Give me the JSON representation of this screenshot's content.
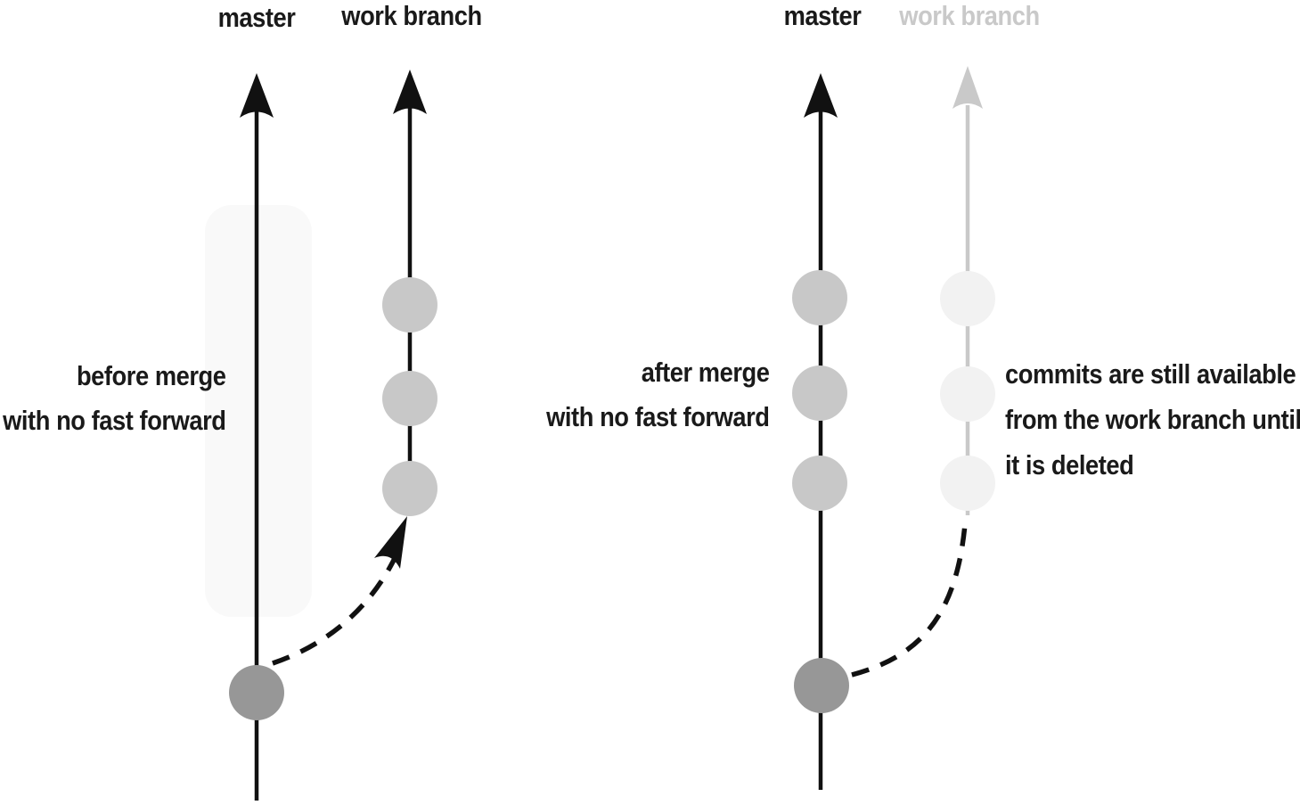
{
  "left_panel": {
    "label_master": "master",
    "label_work_branch": "work branch",
    "caption_line1": "before merge",
    "caption_line2": "with no fast forward",
    "work_branch_commit_count": 3,
    "master_commit_count": 1
  },
  "right_panel": {
    "label_master": "master",
    "label_work_branch": "work branch",
    "caption_line1": "after merge",
    "caption_line2": "with no fast forward",
    "annotation_line1": "commits are still available",
    "annotation_line2": "from the work branch until",
    "annotation_line3": "it is deleted",
    "master_commit_count": 3,
    "work_branch_commit_count": 3
  },
  "colors": {
    "ink": "#1a1a1a",
    "commit_gray": "#c8c8c8",
    "merge_commit_gray": "#979797",
    "faded_gray": "#c9c9c9",
    "faded_commit_fill": "#f2f2f2",
    "highlight_fill": "#f9f9f9"
  }
}
